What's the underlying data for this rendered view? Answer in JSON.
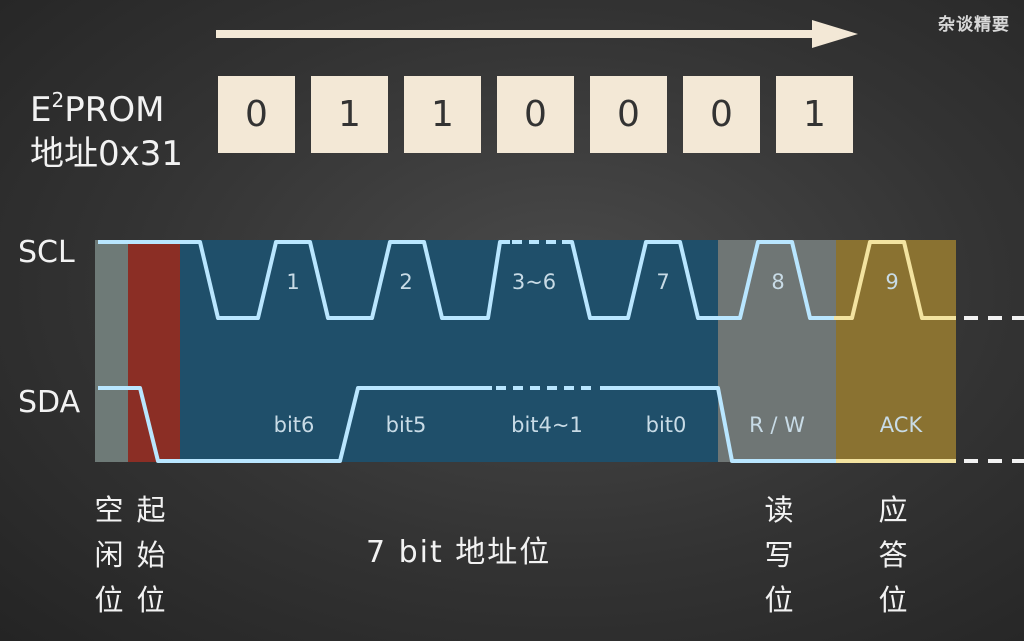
{
  "watermark": "杂谈精要",
  "eeprom": {
    "line1_prefix": "E",
    "line1_sup": "2",
    "line1_suffix": "PROM",
    "line2": "地址0x31",
    "bits": [
      "0",
      "1",
      "1",
      "0",
      "0",
      "0",
      "1"
    ]
  },
  "signals": {
    "scl": "SCL",
    "sda": "SDA"
  },
  "clock_numbers": [
    "1",
    "2",
    "3~6",
    "7",
    "8",
    "9"
  ],
  "bit_labels": [
    "bit6",
    "bit5",
    "bit4~1",
    "bit0",
    "R / W",
    "ACK"
  ],
  "segment_colors": {
    "idle": "#6e7a77",
    "start": "#8b2e25",
    "address": "#1f4f6a",
    "rw": "#6f7675",
    "ack": "#8a7231",
    "line": "#b9e6ff",
    "ack_line": "#f3e3a0"
  },
  "bottom_labels": {
    "idle": "空\n闲\n位",
    "start": "起\n始\n位",
    "address": "7 bit 地址位",
    "rw": "读\n写\n位",
    "ack": "应\n答\n位"
  }
}
